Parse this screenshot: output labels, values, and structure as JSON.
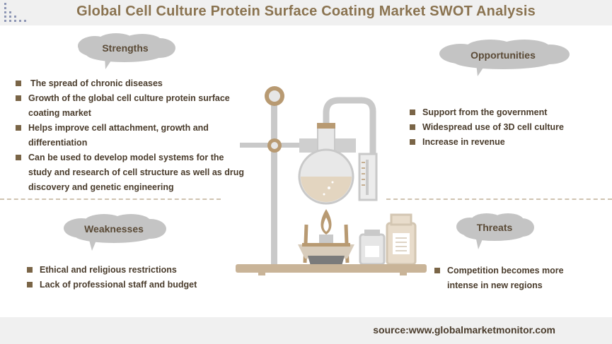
{
  "title": "Global Cell Culture Protein Surface Coating Market SWOT Analysis",
  "colors": {
    "accent": "#8a7350",
    "bullet": "#7a6547",
    "cloud": "#c4c4c4",
    "band": "#f0f0f0"
  },
  "strengths": {
    "label": "Strengths",
    "items": [
      "The spread of chronic diseases",
      "Growth of the global cell culture protein surface coating market",
      "Helps improve cell attachment, growth and differentiation",
      "Can be used to develop model systems for the study and research of cell structure as well as drug discovery and genetic engineering"
    ]
  },
  "opportunities": {
    "label": "Opportunities",
    "items": [
      "Support from the government",
      "Widespread use of 3D cell culture",
      "Increase in revenue"
    ]
  },
  "weaknesses": {
    "label": "Weaknesses",
    "items": [
      "Ethical and religious restrictions",
      "Lack of professional staff and budget"
    ]
  },
  "threats": {
    "label": "Threats",
    "items": [
      "Competition becomes more intense in new regions"
    ]
  },
  "source": "source:www.globalmarketmonitor.com"
}
